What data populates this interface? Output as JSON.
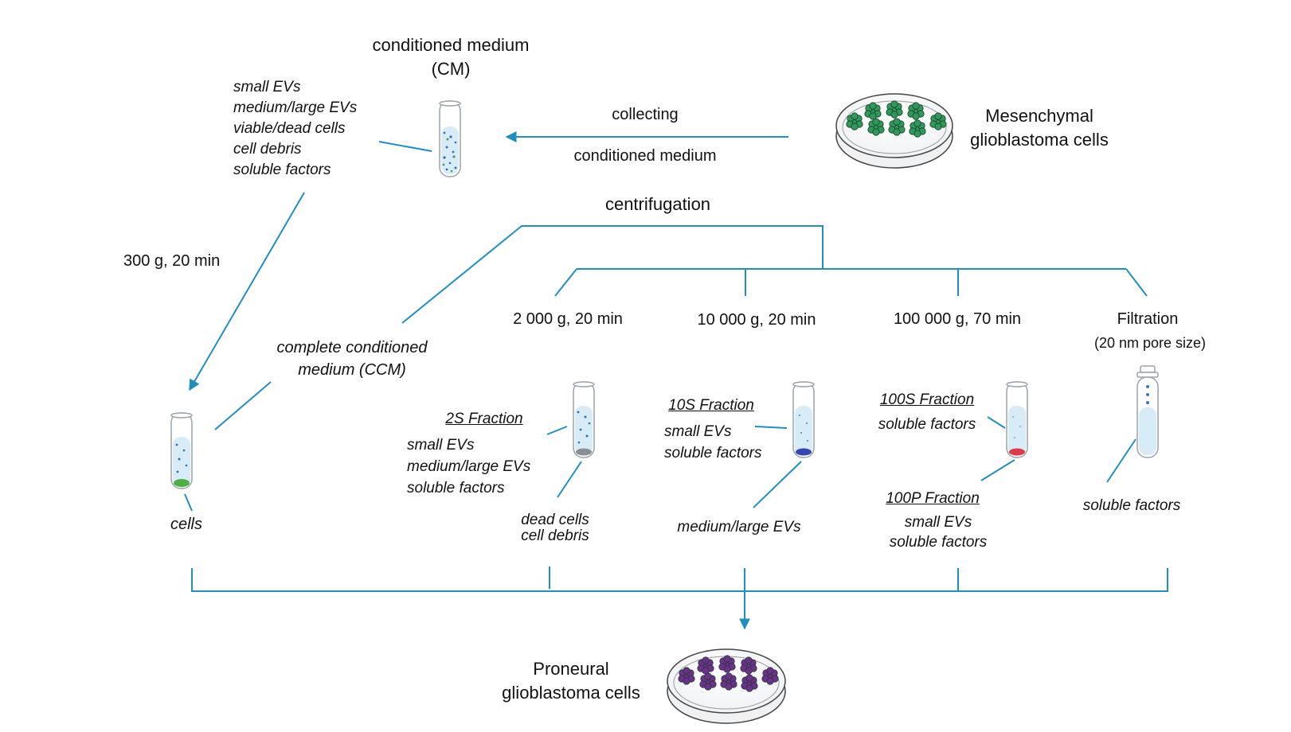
{
  "colors": {
    "arrow": "#1f8fc1",
    "tube_liquid": "#d8ecf7",
    "mes_cells": "#2e9a5a",
    "pro_cells": "#6e2f8e",
    "pellet_green": "#4cae43",
    "pellet_gray": "#8a8f93",
    "pellet_blue": "#3545b8",
    "pellet_red": "#e0394a"
  },
  "top": {
    "cm_title": "conditioned medium",
    "cm_abbr": "(CM)",
    "cm_contents": [
      "small EVs",
      "medium/large EVs",
      "viable/dead cells",
      "cell debris",
      "soluble factors"
    ],
    "collecting": "collecting",
    "conditioned_medium": "conditioned medium",
    "mes_line1": "Mesenchymal",
    "mes_line2": "glioblastoma cells"
  },
  "left": {
    "spin": "300 g, 20 min",
    "ccm_line1": "complete conditioned",
    "ccm_line2": "medium (CCM)",
    "cells": "cells"
  },
  "centrifugation": {
    "title": "centrifugation",
    "steps": [
      "2 000 g, 20 min",
      "10 000 g, 20 min",
      "100 000 g, 70 min"
    ],
    "filtration": "Filtration",
    "pore": "(20 nm pore size)"
  },
  "fractions": {
    "f2s_title": "2S Fraction",
    "f2s_items": [
      "small EVs",
      "medium/large EVs",
      "soluble factors"
    ],
    "f2s_pellet_1": "dead cells",
    "f2s_pellet_2": "cell debris",
    "f10s_title": "10S Fraction",
    "f10s_items": [
      "small EVs",
      "soluble factors"
    ],
    "f10s_pellet": "medium/large EVs",
    "f100s_title": "100S Fraction",
    "f100s_items": [
      "soluble factors"
    ],
    "f100p_title": "100P Fraction",
    "f100p_items": [
      "small EVs",
      "soluble factors"
    ],
    "filtrate": "soluble factors"
  },
  "bottom": {
    "pro_line1": "Proneural",
    "pro_line2": "glioblastoma cells"
  }
}
